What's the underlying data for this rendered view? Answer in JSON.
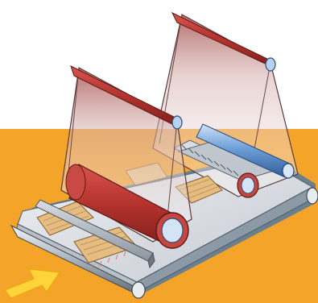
{
  "figure": {
    "kind": "technical-illustration",
    "subject": "belt-conveyor-with-roller-frames",
    "components": [
      "conveyor-belt",
      "belt-roller-front",
      "belt-roller-right",
      "wooden-workpieces",
      "pressure-bar",
      "front-roller-frame",
      "front-press-roller",
      "rear-roller-frame",
      "rear-press-roller",
      "toothed-rack",
      "direction-arrow"
    ]
  },
  "colors": {
    "background_top": "#ffffff",
    "background_bottom": "#f5a42a",
    "belt": "#d7dbe1",
    "belt_edge": "#6b7f8f",
    "roller_red": "#b83a34",
    "roller_blue": "#5b8fd0",
    "frame_tint": "#c9a6a6",
    "wood": "#e5bd83",
    "arrow": "#ffd43a"
  }
}
